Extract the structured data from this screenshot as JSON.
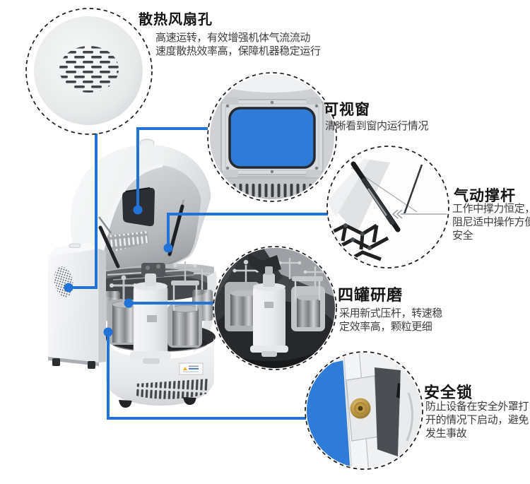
{
  "page": {
    "background": "#ffffff"
  },
  "colors": {
    "accent_line": "#2273d8",
    "window_blue": "#2e7cd8",
    "lock_blue": "#2e7bd8",
    "title_color": "#141414",
    "desc_color": "#3d3d3d",
    "dash_border": "#1c1c1c"
  },
  "callouts": [
    {
      "id": "fan-vent",
      "icon": "fan-vent-photo",
      "title": "散热风扇孔",
      "desc_lines": [
        "高速运转，有效增强机体气流流动",
        "速度散热效率高，保障机器稳定运行"
      ]
    },
    {
      "id": "window",
      "icon": "viewing-window-photo",
      "title": "可视窗",
      "desc_lines": [
        "清晰看到窗内运行情况"
      ]
    },
    {
      "id": "strut",
      "icon": "gas-strut-photo",
      "title": "气动撑杆",
      "desc_lines": [
        "工作中撑力恒定，",
        "阻尼适中操作方便",
        "安全"
      ]
    },
    {
      "id": "jars",
      "icon": "grinding-jars-photo",
      "title": "四罐研磨",
      "desc_lines": [
        "采用新式压杆，转速稳",
        "定效率高，颗粒更细"
      ]
    },
    {
      "id": "lock",
      "icon": "safety-lock-photo",
      "title": "安全锁",
      "desc_lines": [
        "防止设备在安全外罩打",
        "开的情况下启动，避免",
        "发生事故"
      ]
    }
  ]
}
